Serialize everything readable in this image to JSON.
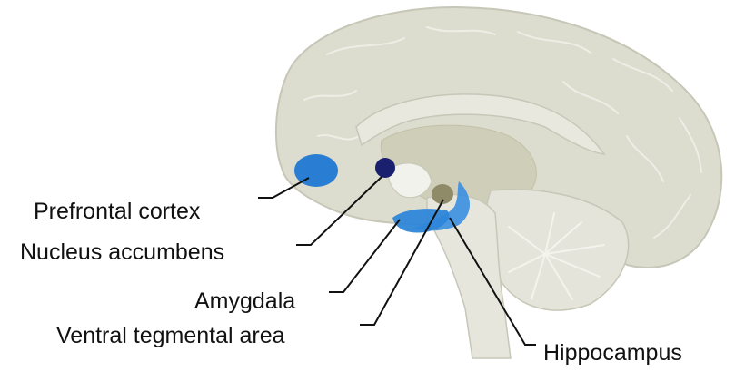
{
  "regions": [
    {
      "id": "prefrontal-cortex",
      "label": "Prefrontal cortex",
      "color": "#1f78d4"
    },
    {
      "id": "nucleus-accumbens",
      "label": "Nucleus accumbens",
      "color": "#1a1f6e"
    },
    {
      "id": "amygdala",
      "label": "Amygdala",
      "color": "#2e86d8"
    },
    {
      "id": "ventral-tegmental-area",
      "label": "Ventral tegmental area",
      "color": "#8f8a68"
    },
    {
      "id": "hippocampus",
      "label": "Hippocampus",
      "color": "#3a8ee0"
    }
  ],
  "colors": {
    "brain_fill": "#dcdccf",
    "brain_outline": "#c7c7b8",
    "inner_fill": "#e8e8df",
    "thalamus_fill": "#cfceb8",
    "leader_line": "#111111"
  }
}
